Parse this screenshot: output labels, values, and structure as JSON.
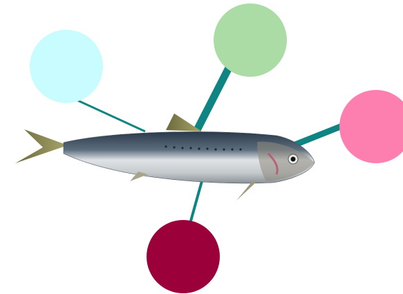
{
  "diagram": {
    "hub": {
      "icon": "sardine-fish-illustration"
    },
    "connector_color": "#0e8582",
    "nodes": [
      {
        "id": "light-blue",
        "color": "#c8fcfe"
      },
      {
        "id": "light-green",
        "color": "#acdca6"
      },
      {
        "id": "pink",
        "color": "#fd7faf"
      },
      {
        "id": "crimson",
        "color": "#9c003b"
      }
    ]
  }
}
